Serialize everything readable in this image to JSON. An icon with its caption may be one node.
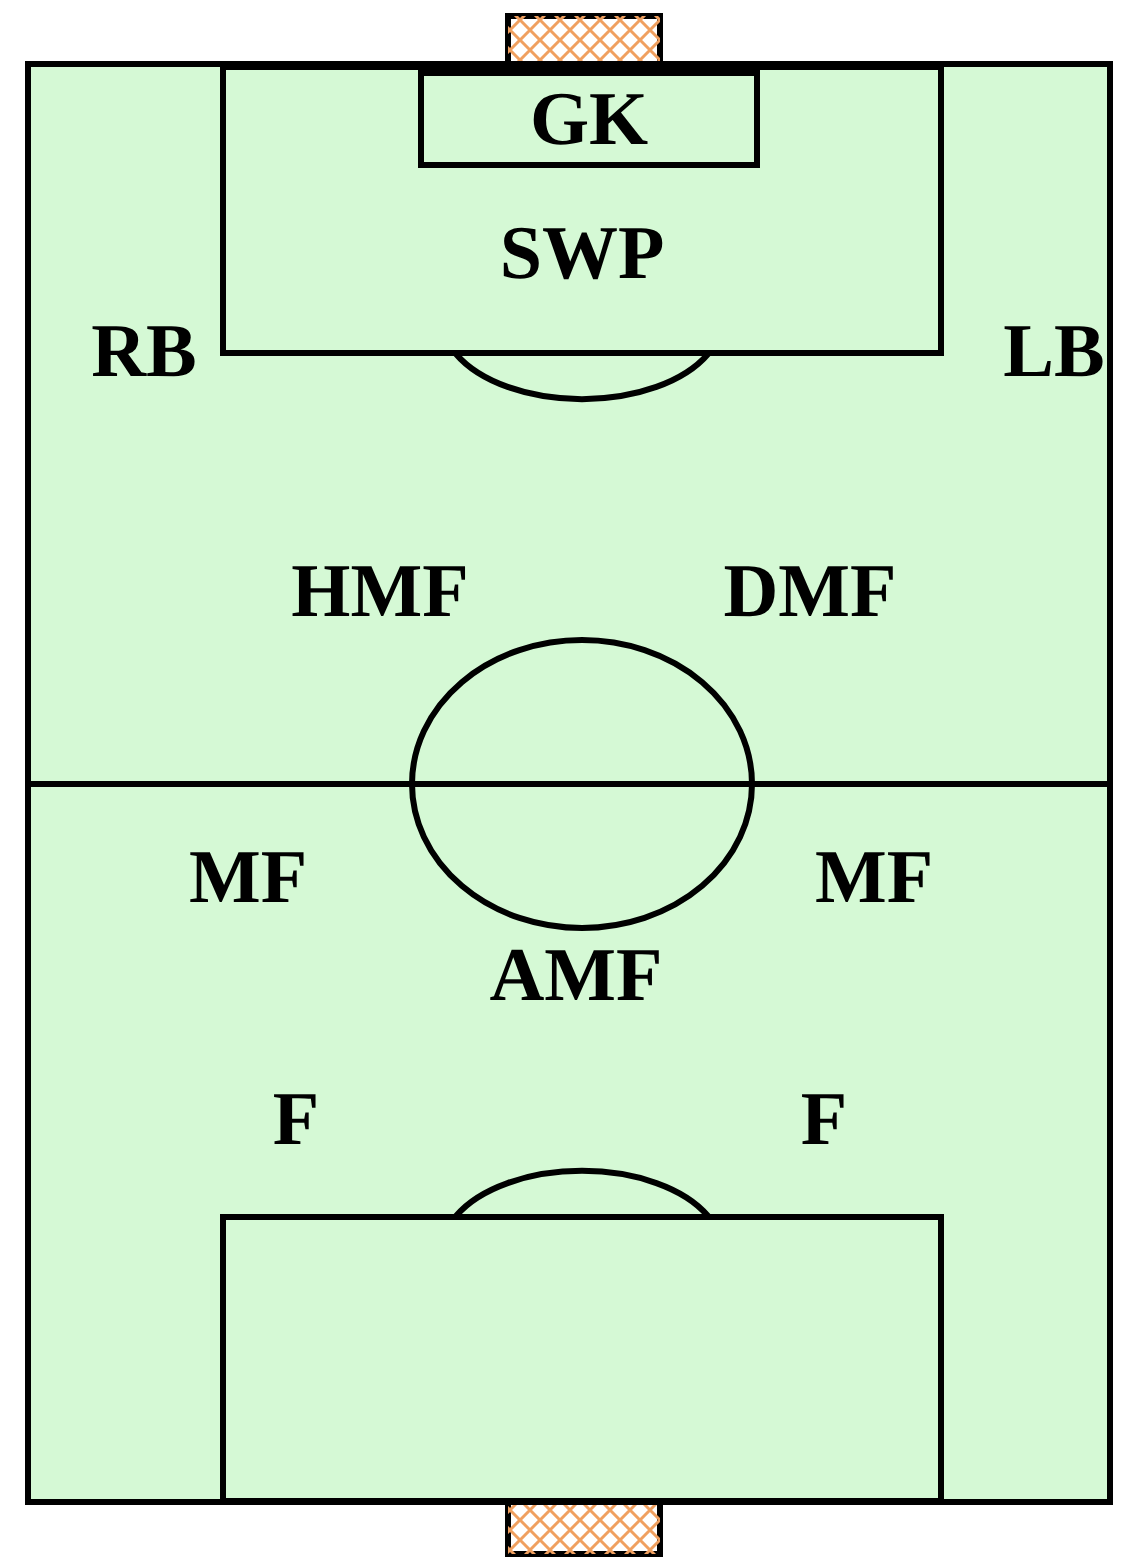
{
  "diagram": {
    "nodes": [
      {
        "text": [
          "SWP"
        ]
      },
      {
        "text": [
          "GK"
        ],
        "in": 0
      },
      {
        "text": [],
        "shape": "box"
      }
    ],
    "labels": [
      "RB",
      "LB",
      "HMF",
      "DMF",
      "MF",
      "MF",
      "AMF",
      "F",
      "F"
    ]
  }
}
